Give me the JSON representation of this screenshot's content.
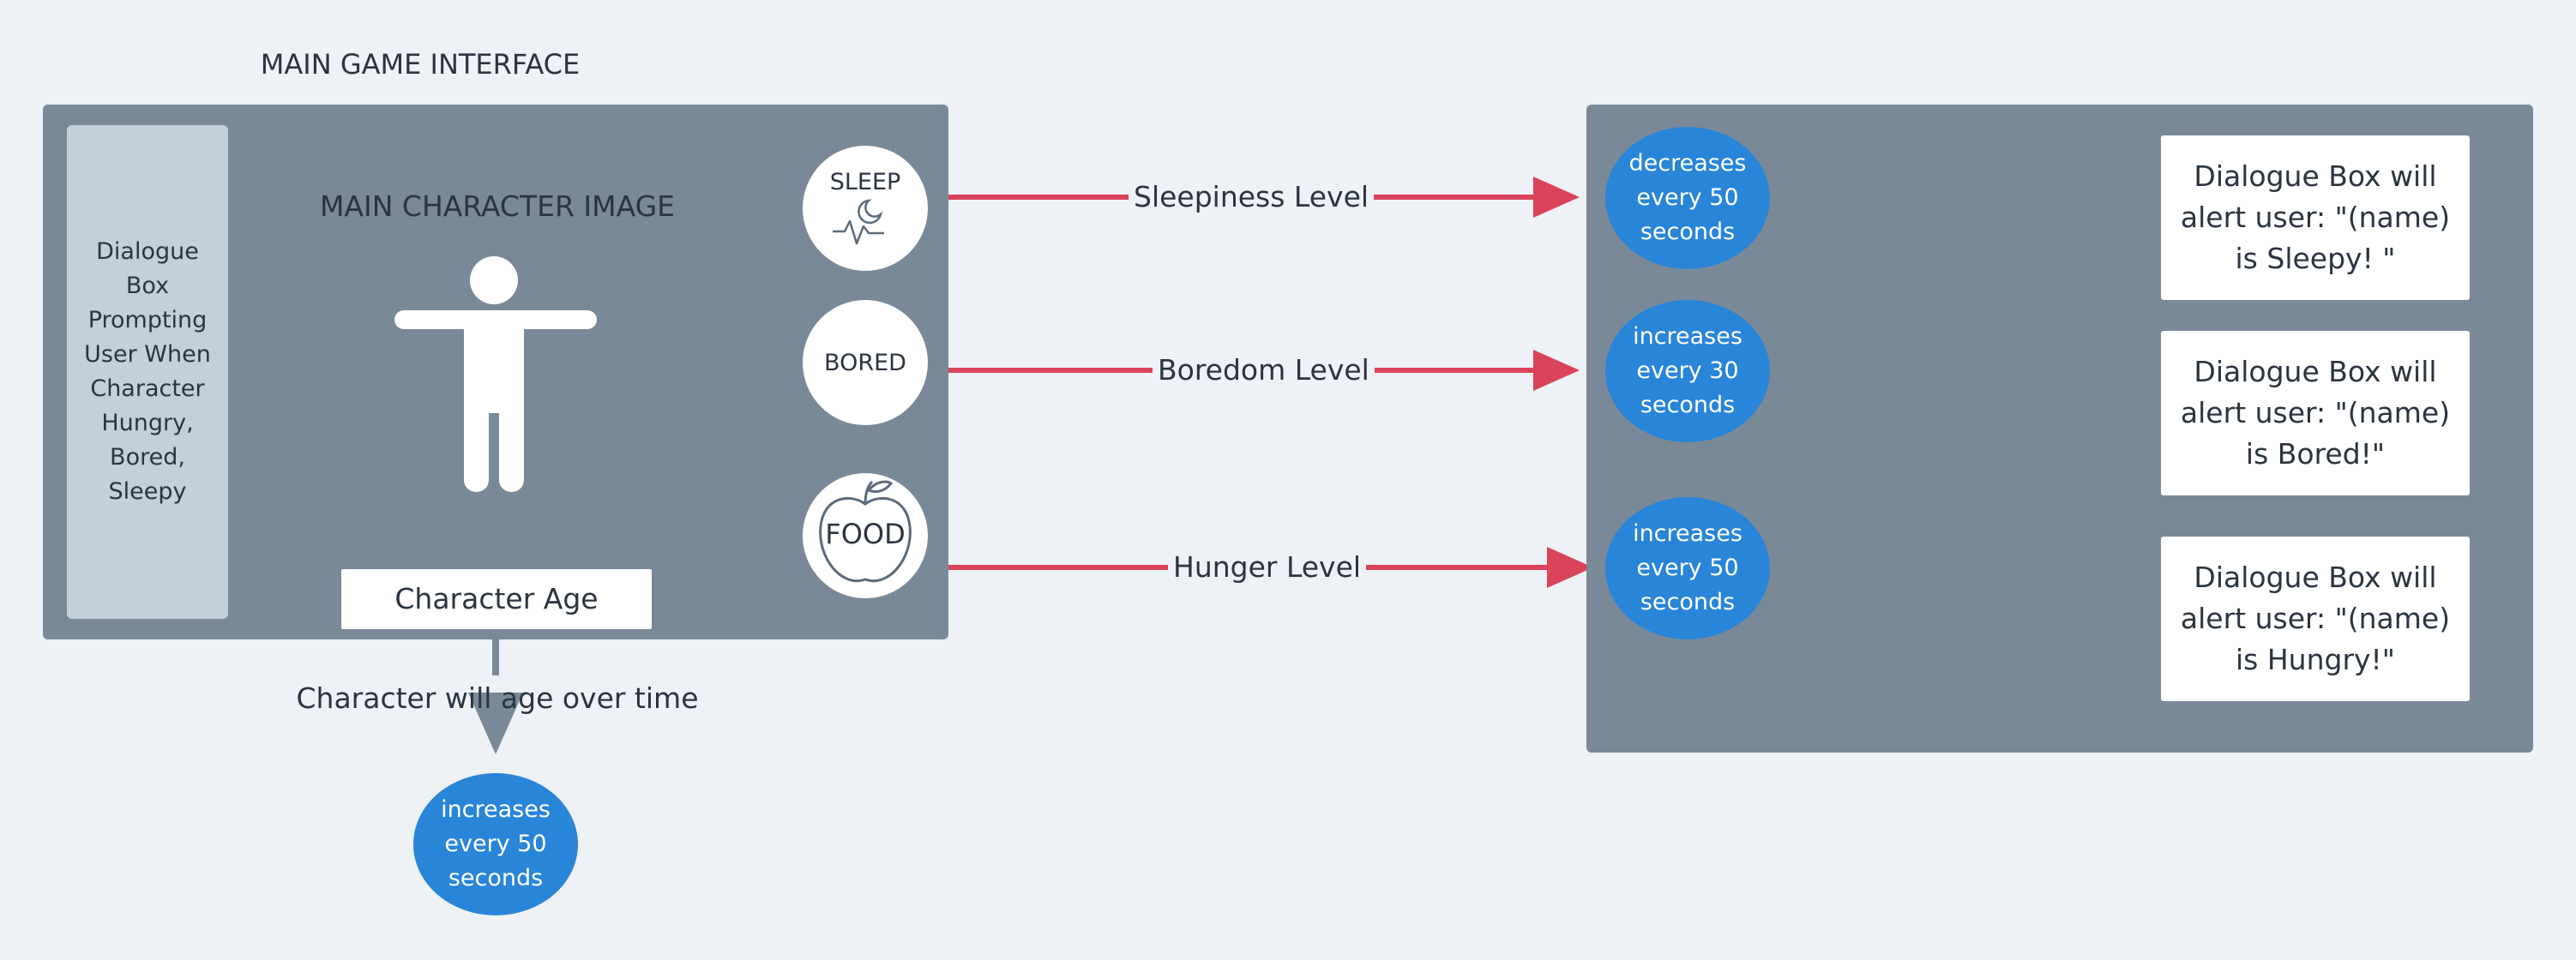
{
  "title": "MAIN GAME INTERFACE",
  "dialogue_prompt": "Dialogue Box Prompting User When Character Hungry, Bored, Sleepy",
  "character_heading": "MAIN CHARACTER IMAGE",
  "character_age": "Character Age",
  "age_note": "Character will age over time",
  "age_timer": "increases every 50 seconds",
  "status_icons": {
    "sleep": "SLEEP",
    "bored": "BORED",
    "food": "FOOD"
  },
  "edges": {
    "sleep": "Sleepiness Level",
    "bored": "Boredom Level",
    "food": "Hunger Level"
  },
  "timers": {
    "sleep": "decreases every 50 seconds",
    "bored": "increases every 30 seconds",
    "food": "increases every 50 seconds"
  },
  "alerts": {
    "sleep": "Dialogue Box will alert user: \"(name) is Sleepy! \"",
    "bored": "Dialogue Box will alert user: \"(name) is Bored!\"",
    "food": "Dialogue Box will alert user: \"(name) is Hungry!\""
  },
  "colors": {
    "panel": "#7a8998",
    "side_box": "#c3cfd9",
    "timer_circle": "#2985d8",
    "red_arrow": "#d9445b",
    "teal_arrow": "#1fb39a",
    "background": "#eef1f5"
  }
}
